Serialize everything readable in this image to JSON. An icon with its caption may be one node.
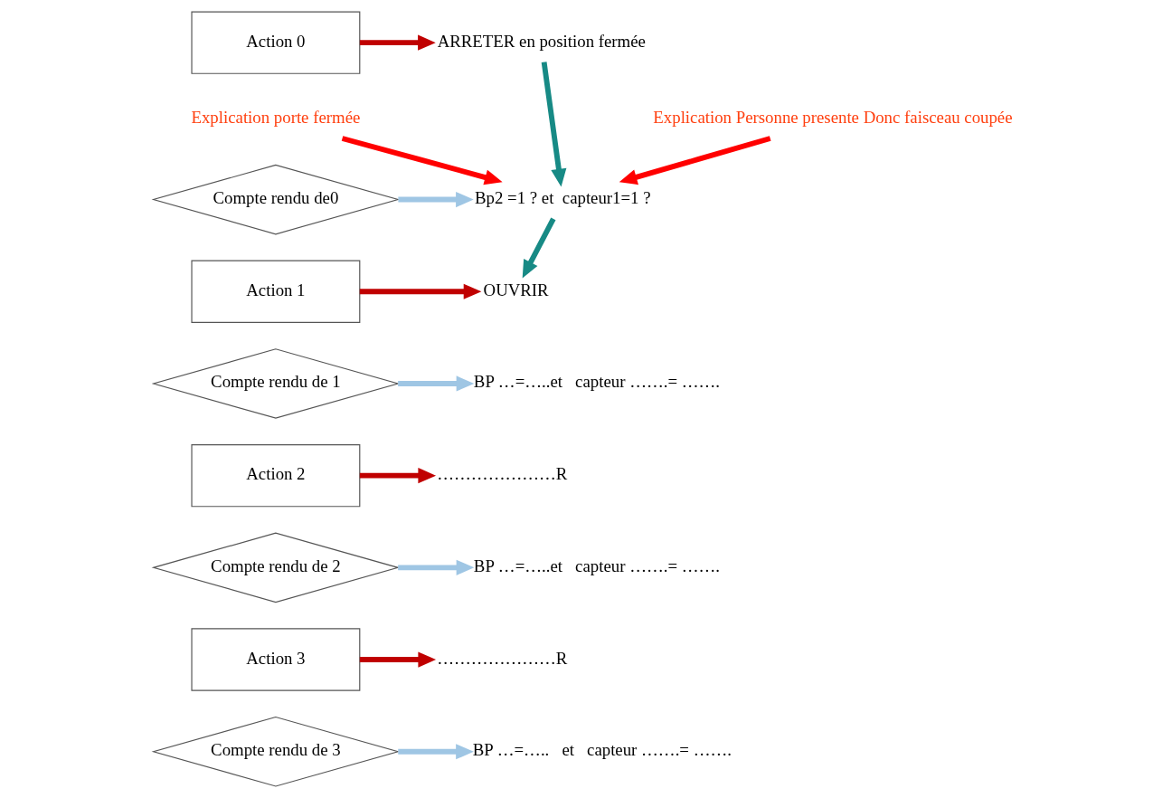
{
  "diagram": {
    "nodes": [
      {
        "text": [
          "Action 0"
        ]
      },
      {
        "text": [
          "ARRETER en position fermée"
        ]
      },
      {
        "text": [
          "Explication porte fermée"
        ]
      },
      {
        "text": [
          "Explication Personne presente Donc faisceau coupée"
        ]
      },
      {
        "text": [
          "Compte rendu de0"
        ]
      },
      {
        "text": [
          "Bp2 =1 ? et  capteur1=1 ?"
        ]
      },
      {
        "text": [
          "Action 1"
        ]
      },
      {
        "text": [
          "OUVRIR"
        ]
      },
      {
        "text": [
          "Compte rendu de 1"
        ]
      },
      {
        "text": [
          "BP …=…..et   capteur …….= ……."
        ]
      },
      {
        "text": [
          "Action 2"
        ]
      },
      {
        "text": [
          "…………………R"
        ]
      },
      {
        "text": [
          "Compte rendu de 2"
        ]
      },
      {
        "text": [
          "BP …=…..et   capteur …….= ……."
        ]
      },
      {
        "text": [
          "Action 3"
        ]
      },
      {
        "text": [
          "…………………R"
        ]
      },
      {
        "text": [
          "Compte rendu de 3"
        ]
      },
      {
        "text": [
          "BP …=…..   et   capteur …….= ……."
        ]
      }
    ],
    "edges": [
      {
        "from": 0,
        "to": 1,
        "arrow": "to",
        "color": "#c00000"
      },
      {
        "from": 1,
        "to": 5,
        "arrow": "to",
        "color": "#178a85"
      },
      {
        "from": 2,
        "to": 5,
        "arrow": "to",
        "color": "#ff0000"
      },
      {
        "from": 3,
        "to": 5,
        "arrow": "to",
        "color": "#ff0000"
      },
      {
        "from": 4,
        "to": 5,
        "arrow": "to",
        "color": "#9fc6e4"
      },
      {
        "from": 5,
        "to": 7,
        "arrow": "to",
        "color": "#178a85"
      },
      {
        "from": 6,
        "to": 7,
        "arrow": "to",
        "color": "#c00000"
      },
      {
        "from": 8,
        "to": 9,
        "arrow": "to",
        "color": "#9fc6e4"
      },
      {
        "from": 10,
        "to": 11,
        "arrow": "to",
        "color": "#c00000"
      },
      {
        "from": 12,
        "to": 13,
        "arrow": "to",
        "color": "#9fc6e4"
      },
      {
        "from": 14,
        "to": 15,
        "arrow": "to",
        "color": "#c00000"
      },
      {
        "from": 16,
        "to": 17,
        "arrow": "to",
        "color": "#9fc6e4"
      }
    ]
  }
}
